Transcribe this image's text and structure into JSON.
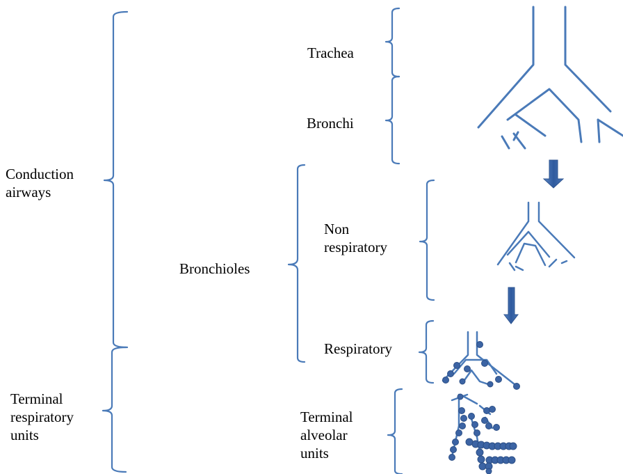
{
  "labels": {
    "conduction": [
      "Conduction",
      "airways"
    ],
    "terminal_respiratory": [
      "Terminal",
      "respiratory",
      "units"
    ],
    "bronchioles": "Bronchioles",
    "trachea": "Trachea",
    "bronchi": "Bronchi",
    "non_respiratory": [
      "Non",
      "respiratory"
    ],
    "respiratory": "Respiratory",
    "terminal_alveolar": [
      "Terminal",
      "alveolar",
      "units"
    ]
  },
  "colors": {
    "line": "#4a7ab8",
    "arrow": "#3a64a8",
    "alveoli": "#3c64a4"
  }
}
